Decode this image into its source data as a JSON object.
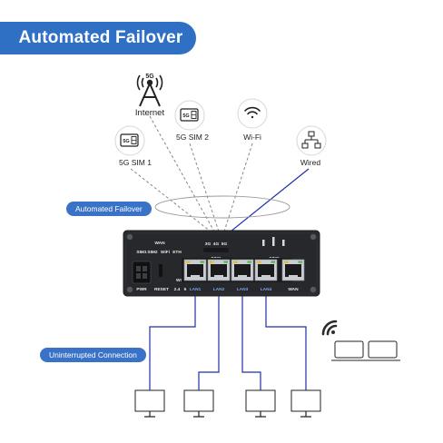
{
  "title": "Automated Failover",
  "pills": {
    "failover": "Automated Failover",
    "uninterrupted": "Uninterrupted Connection"
  },
  "connections": {
    "internet": {
      "badge": "5G",
      "label": "Internet"
    },
    "sim2": {
      "card": "5G",
      "label": "5G SIM 2"
    },
    "wifi": {
      "label": "Wi-Fi"
    },
    "sim1": {
      "card": "5G",
      "label": "5G SIM 1"
    },
    "wired": {
      "label": "Wired"
    }
  },
  "router": {
    "top_labels": [
      "WAN",
      "SIM1",
      "SIM2",
      "WiFi",
      "ETH"
    ],
    "signal_labels": [
      "3G",
      "4G",
      "5G"
    ],
    "sim_slots": [
      "SIM1",
      "SIM2"
    ],
    "bottom_labels": [
      "PWR",
      "RESET",
      "WIFI",
      "2.4",
      "5"
    ],
    "ports": [
      "LAN1",
      "LAN2",
      "LAN3",
      "LAN4",
      "WAN"
    ]
  },
  "colors": {
    "accent": "#2f6fc4",
    "pill": "#3a72c8",
    "link_line": "#1f2fa8",
    "router_body": "#2a2c30"
  },
  "icons": [
    "cell-tower-icon",
    "sim-card-icon",
    "wifi-icon",
    "ethernet-icon",
    "laptop-icon",
    "monitor-icon"
  ]
}
